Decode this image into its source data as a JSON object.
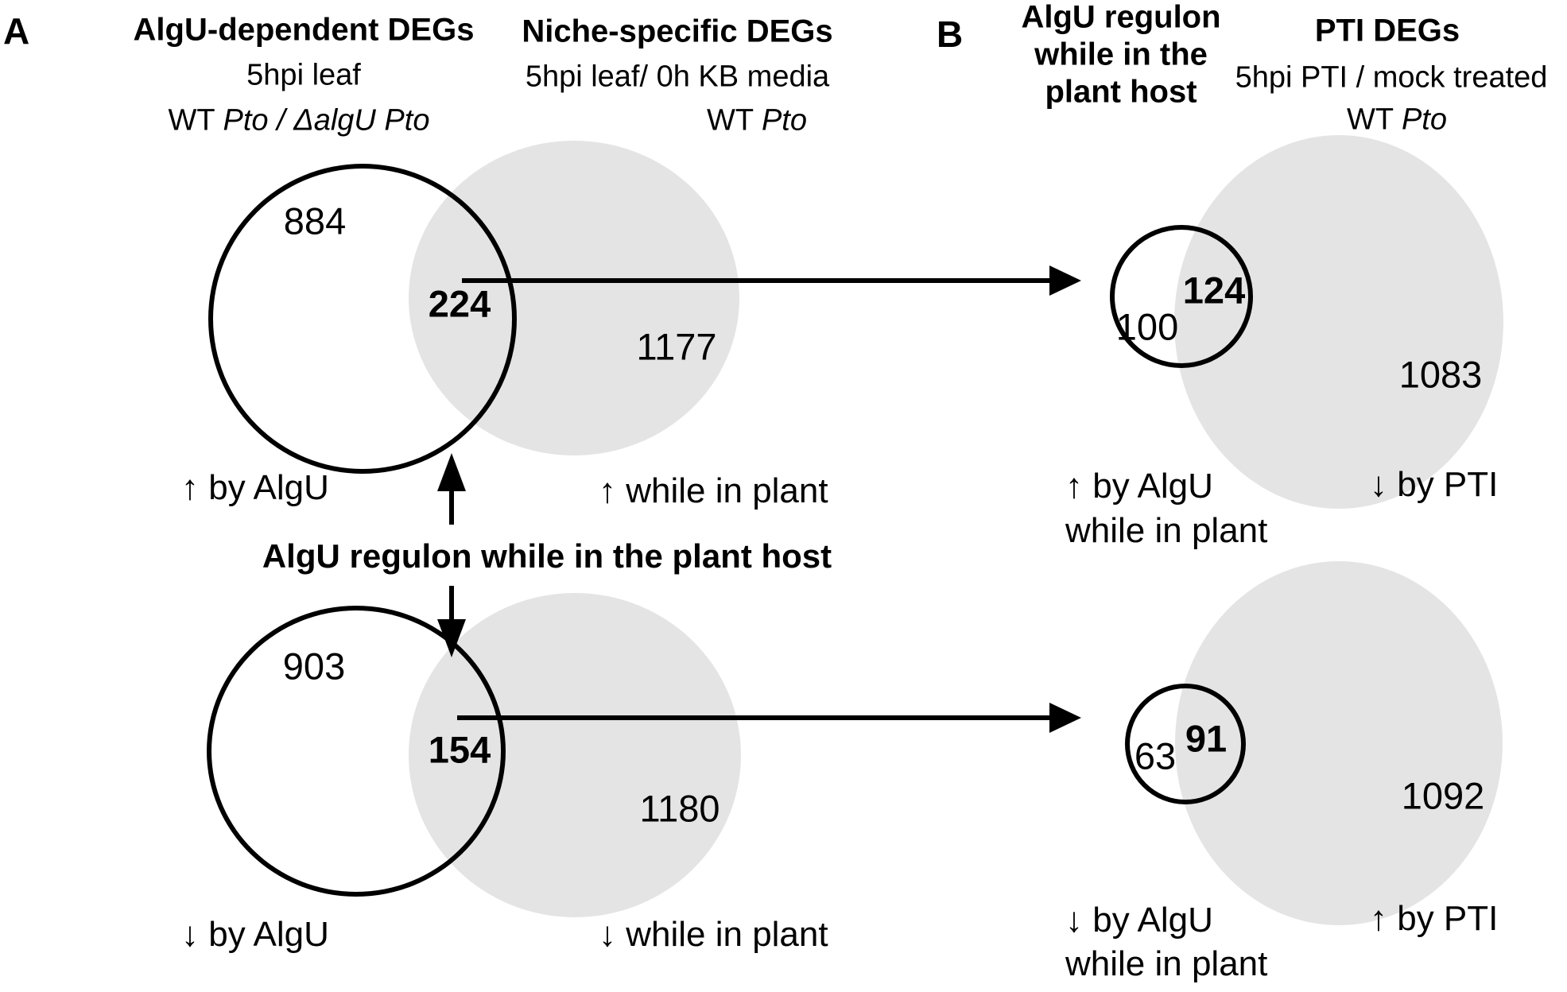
{
  "figure": {
    "background": "#ffffff",
    "set_fill_color": "#e4e4e4",
    "outline_color": "#000000",
    "panel_a": {
      "label": "A",
      "left_set": {
        "title": "AlgU-dependent DEGs",
        "condition": "5hpi leaf",
        "genotype_prefix": "WT ",
        "genotype_italic": "Pto / ΔalgU Pto"
      },
      "right_set": {
        "title": "Niche-specific DEGs",
        "condition": "5hpi leaf/ 0h KB media",
        "genotype_prefix": "WT ",
        "genotype_italic": "Pto"
      },
      "venn_up": {
        "left_count": "884",
        "overlap_count": "224",
        "right_count": "1177",
        "left_label": "↑ by AlgU",
        "right_label": "↑ while in plant"
      },
      "venn_down": {
        "left_count": "903",
        "overlap_count": "154",
        "right_count": "1180",
        "left_label": "↓ by AlgU",
        "right_label": "↓ while in plant"
      },
      "center_caption": "AlgU regulon while in the plant host"
    },
    "panel_b": {
      "label": "B",
      "left_set": {
        "title_line1": "AlgU regulon",
        "title_line2": "while in the",
        "title_line3": "plant host"
      },
      "right_set": {
        "title": "PTI DEGs",
        "condition": "5hpi PTI / mock treated",
        "genotype_prefix": "WT ",
        "genotype_italic": "Pto"
      },
      "venn_up": {
        "left_count": "100",
        "overlap_count": "124",
        "right_count": "1083",
        "left_label_line1": "↑ by AlgU",
        "left_label_line2": "while in plant",
        "right_label": "↓ by PTI"
      },
      "venn_down": {
        "left_count": "63",
        "overlap_count": "91",
        "right_count": "1092",
        "left_label_line1": "↓ by AlgU",
        "left_label_line2": "while in plant",
        "right_label": "↑ by PTI"
      }
    }
  }
}
